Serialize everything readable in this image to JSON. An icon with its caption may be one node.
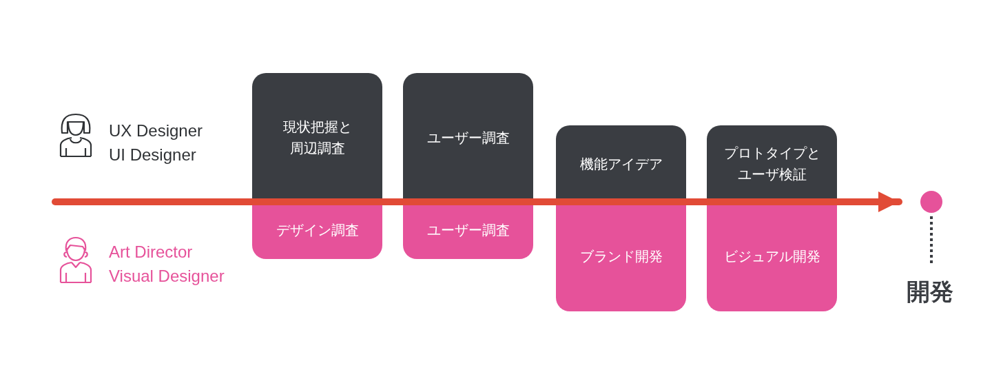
{
  "diagram": {
    "nodes": [
      {
        "text": [
          "現状把握と周辺調査"
        ]
      },
      {
        "text": [
          "ユーザー調査"
        ]
      },
      {
        "text": [
          "機能アイデア"
        ]
      },
      {
        "text": [
          "プロトタイプとユーザ検証"
        ]
      },
      {
        "text": [
          "デザイン調査"
        ]
      },
      {
        "text": [
          "ユーザー調査"
        ]
      },
      {
        "text": [
          "ブランド開発"
        ]
      },
      {
        "text": [
          "ビジュアル開発"
        ]
      },
      {
        "text": [],
        "shape": "circle"
      },
      {
        "text": [
          "開発"
        ]
      }
    ],
    "edges": [
      {
        "from": null,
        "to": 8,
        "arrow": "to",
        "style": "thick",
        "color": "#e14b36"
      },
      {
        "from": 8,
        "to": 9,
        "arrow": "none",
        "style": "dashed",
        "color": "#3a3d42"
      }
    ],
    "labels": [
      "UX Designer UI Designer",
      "Art Director Visual Designer"
    ]
  }
}
